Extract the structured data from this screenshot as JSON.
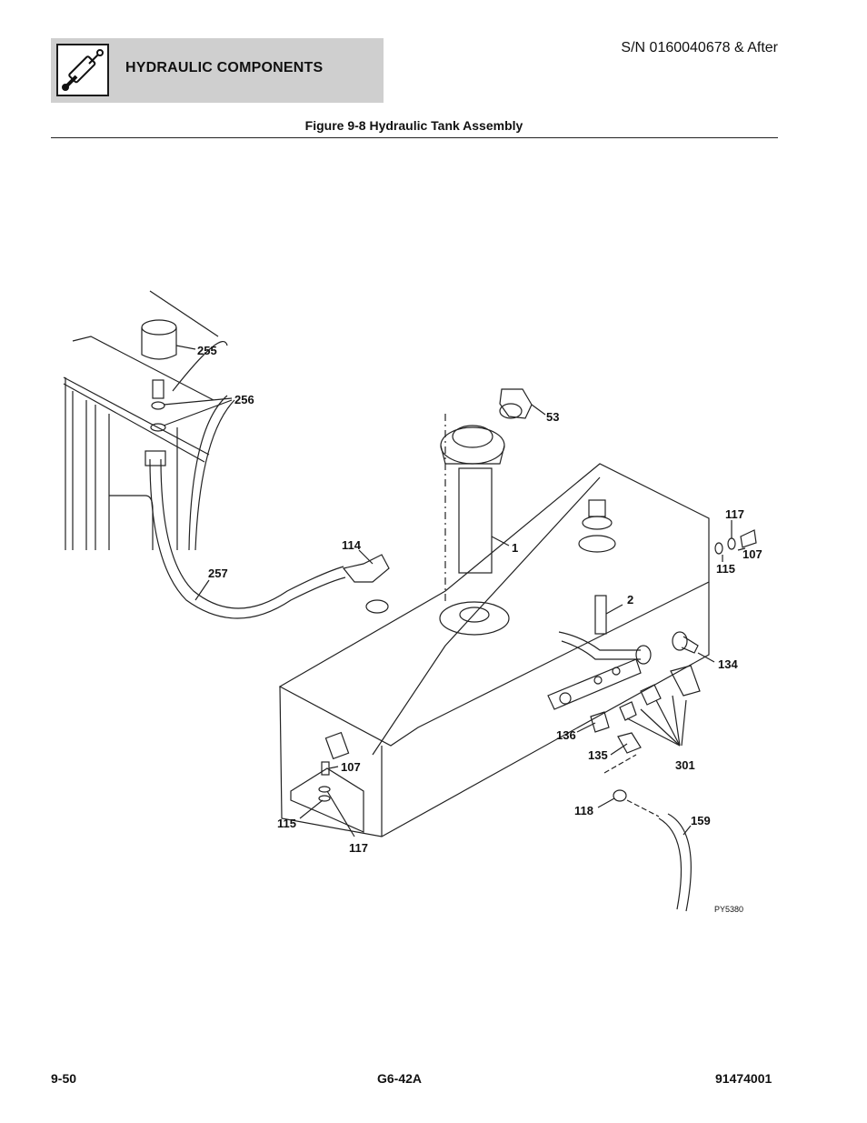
{
  "header": {
    "section_title": "HYDRAULIC COMPONENTS",
    "icon": "hydraulic-cylinder-icon",
    "serial_range": "S/N 0160040678 & After"
  },
  "figure": {
    "caption": "Figure 9-8 Hydraulic Tank Assembly",
    "reference_code": "PY5380",
    "callouts": [
      "255",
      "256",
      "53",
      "1",
      "114",
      "257",
      "117",
      "107",
      "115",
      "2",
      "134",
      "136",
      "135",
      "301",
      "107",
      "118",
      "159",
      "115",
      "117"
    ]
  },
  "footer": {
    "page_number": "9-50",
    "model": "G6-42A",
    "manual_number": "91474001"
  }
}
